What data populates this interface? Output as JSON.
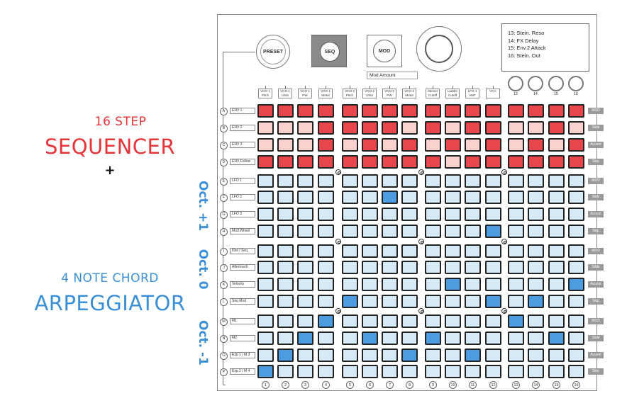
{
  "left": {
    "sequencer_small": "16 STEP",
    "sequencer_big": "SEQUENCER",
    "plus": "+",
    "arp_small": "4 NOTE CHORD",
    "arp_big": "ARPEGGIATOR",
    "oct_up": "Oct. +1",
    "oct_zero": "Oct. 0",
    "oct_down": "Oct. -1"
  },
  "top": {
    "preset_label": "PRESET",
    "seq_label": "SEQ",
    "mod_label": "MOD",
    "mod_amount_label": "Mod Amount",
    "lcd_lines": [
      "13: Stein. Reso",
      "14: FX Delay",
      "15: Env.2 Attack",
      "16: Stein. Out"
    ],
    "small_knob_labels": [
      "13",
      "14",
      "15",
      "16"
    ]
  },
  "column_labels": [
    "VCO 1 Pitch",
    "VCO 1 Ultra",
    "VCO 1 PW",
    "VCO 1 Metal",
    "VCO 2 Pitch",
    "VCO 2 Ultra",
    "VCO 2 PW",
    "VCO 2 Metal",
    "Steiner Cutoff",
    "Ladder Cutoff",
    "LFO 1 AMT",
    "VCA"
  ],
  "column_numbers": [
    "1",
    "2",
    "3",
    "4",
    "5",
    "6",
    "7",
    "8",
    "9",
    "10",
    "11",
    "12",
    "13",
    "14",
    "15",
    "16"
  ],
  "rows": [
    {
      "letter": "A",
      "name": "ENV 1",
      "right": "MOD"
    },
    {
      "letter": "B",
      "name": "ENV 2",
      "right": "Slide"
    },
    {
      "letter": "C",
      "name": "ENV 3",
      "right": "Accent"
    },
    {
      "letter": "D",
      "name": "ENV Follow",
      "right": "Skip"
    },
    {
      "letter": "E",
      "name": "LFO 1",
      "right": "MOD"
    },
    {
      "letter": "F",
      "name": "LFO 2",
      "right": "Slide"
    },
    {
      "letter": "G",
      "name": "LFO 3",
      "right": "Accent"
    },
    {
      "letter": "H",
      "name": "Mod Wheel",
      "right": "Skip"
    },
    {
      "letter": "I",
      "name": "Kbd / Seq.",
      "right": "MOD"
    },
    {
      "letter": "J",
      "name": "Aftertouch",
      "right": "Slide"
    },
    {
      "letter": "K",
      "name": "Velocity",
      "right": "Accent"
    },
    {
      "letter": "L",
      "name": "Seq Mod",
      "right": "Skip"
    },
    {
      "letter": "M",
      "name": "M1",
      "right": "MOD"
    },
    {
      "letter": "N",
      "name": "M2",
      "right": "Slide"
    },
    {
      "letter": "O",
      "name": "Exp 1 / M 3",
      "right": "Accent"
    },
    {
      "letter": "P",
      "name": "Exp 2 / M 4",
      "right": "Skip"
    }
  ],
  "pad_grid": [
    "RRRRRRRRRRRRRRRR",
    "pppRRRRpRpRRppRp",
    "pppRpRpRpRpRpRpR",
    "RRRRRRRRRpRRRRRR",
    "bbbbbbbbbbbbbbbb",
    "bbbbbbBbbbbbbbbb",
    "bbbbbbbbbbbbbbbb",
    "bbbbbbbbbbbBbbbb",
    "bbbbbbbbbbbbbbbb",
    "bbbbbbbbbbbbbbbb",
    "bbbbbbbbbBbbbbbB",
    "bbbbBbbbbbbBbBbb",
    "bbbBbbbbbbbbBbbb",
    "bbBbbBbbBbbbbbBb",
    "bBbbbbbBbbBbbbbb",
    "Bbbbbbbbbbbbbbbb"
  ],
  "colors": {
    "red": "#e8474e",
    "pink": "#f9d2d0",
    "light_blue": "#d5e9f7",
    "blue": "#4b9ce0",
    "accent_red": "#e6353a",
    "accent_blue": "#3a8fd6"
  }
}
